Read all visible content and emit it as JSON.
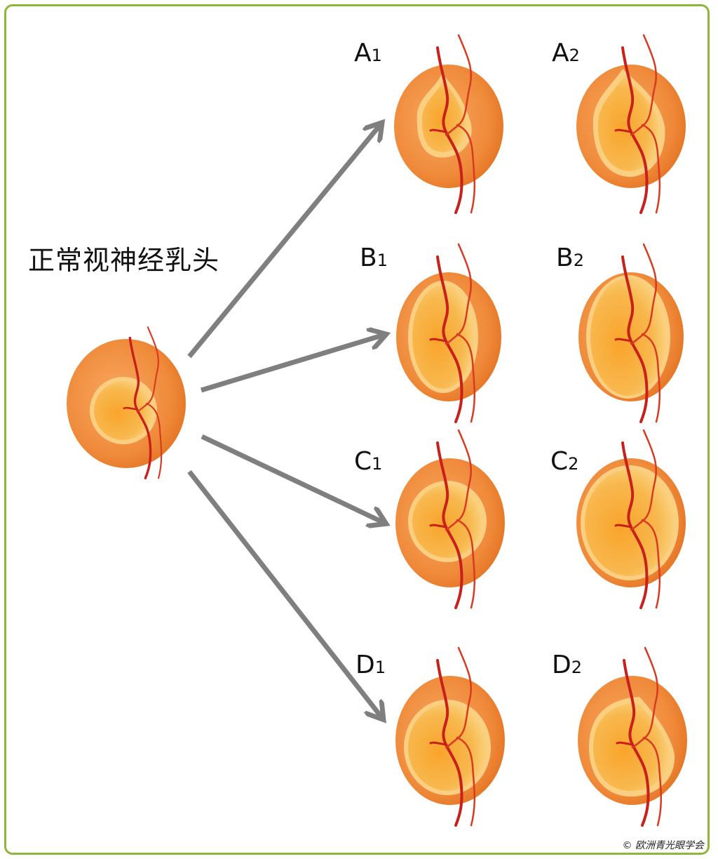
{
  "title": "正常视神经乳头",
  "copyright": "© 欧洲青光眼学会",
  "labels": [
    {
      "letter": "A",
      "num": "1"
    },
    {
      "letter": "A",
      "num": "2"
    },
    {
      "letter": "B",
      "num": "1"
    },
    {
      "letter": "B",
      "num": "2"
    },
    {
      "letter": "C",
      "num": "1"
    },
    {
      "letter": "C",
      "num": "2"
    },
    {
      "letter": "D",
      "num": "1"
    },
    {
      "letter": "D",
      "num": "2"
    }
  ],
  "colors": {
    "border": "#8db63a",
    "arrow": "#7f7f7f",
    "vessel": "#d0201a",
    "disc_rim": "#ef8a3a",
    "cup": "#f9b545"
  }
}
